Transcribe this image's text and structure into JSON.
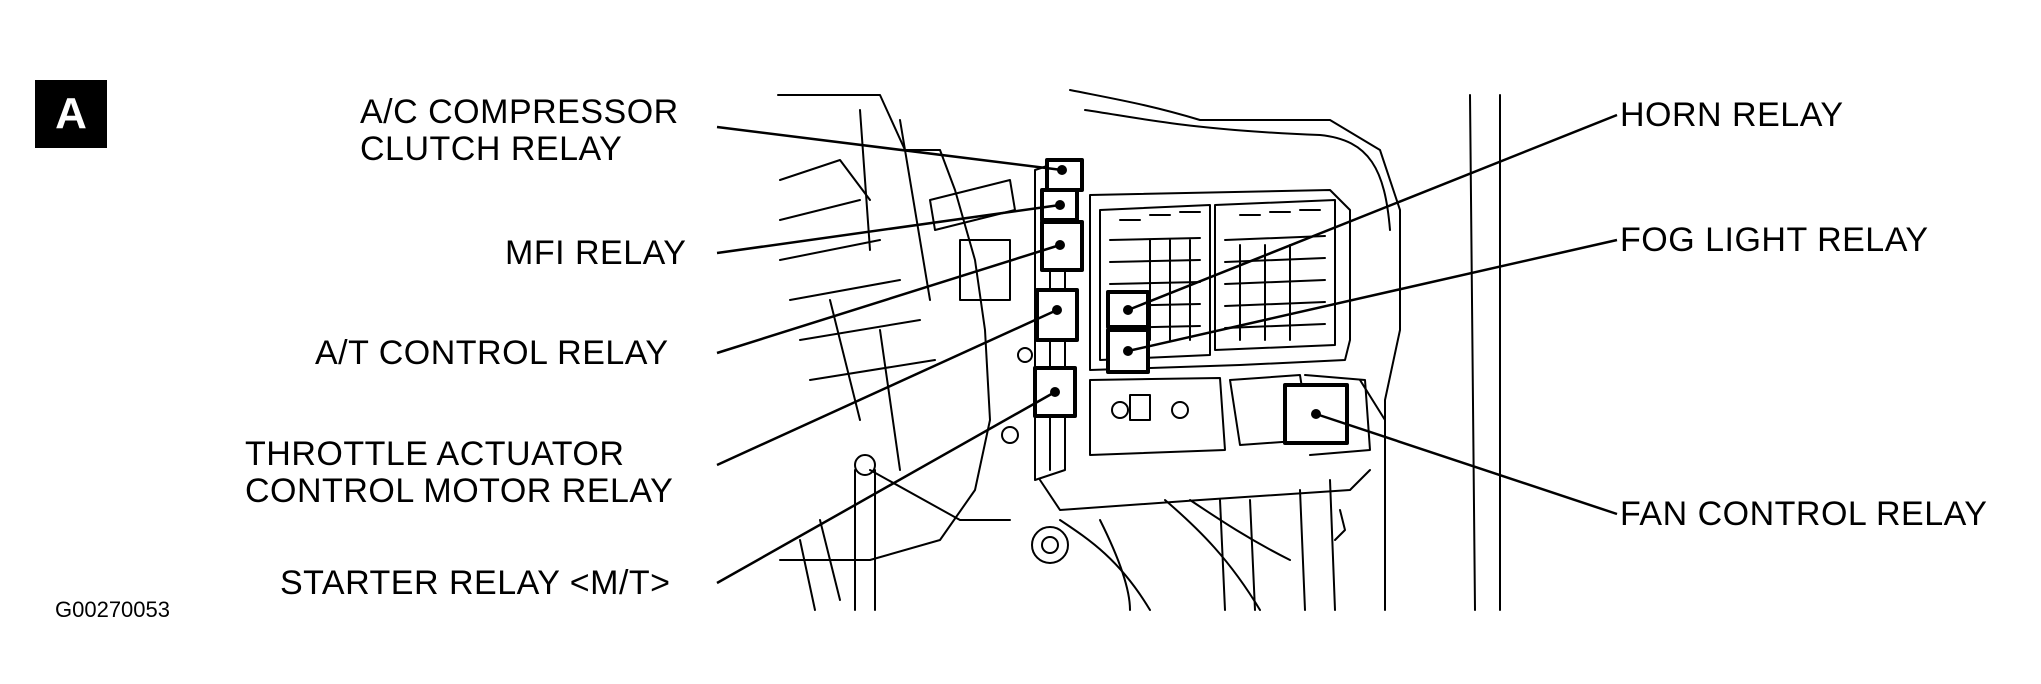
{
  "badge": "A",
  "figure_id": "G00270053",
  "labels": {
    "ac_compressor_line1": "A/C COMPRESSOR",
    "ac_compressor_line2": "CLUTCH RELAY",
    "mfi": "MFI RELAY",
    "at_control": "A/T CONTROL RELAY",
    "throttle_line1": "THROTTLE ACTUATOR",
    "throttle_line2": "CONTROL MOTOR RELAY",
    "starter": "STARTER RELAY <M/T>",
    "horn": "HORN RELAY",
    "fog": "FOG LIGHT RELAY",
    "fan": "FAN CONTROL RELAY"
  }
}
